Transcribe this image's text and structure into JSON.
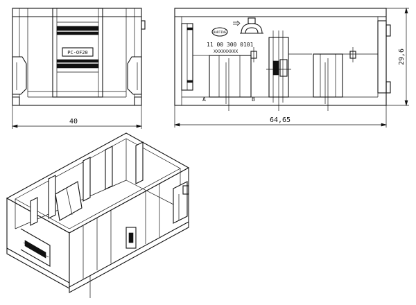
{
  "front_view": {
    "part_code": "PC-OF20",
    "width_dimension": "40"
  },
  "side_view": {
    "brand_label": "HARTING",
    "part_number": "11 00 300 0101",
    "serial_placeholder": "XXXXXXXXX",
    "label_a": "A",
    "label_b": "B",
    "length_dimension": "64,65",
    "height_dimension": "29,6"
  }
}
